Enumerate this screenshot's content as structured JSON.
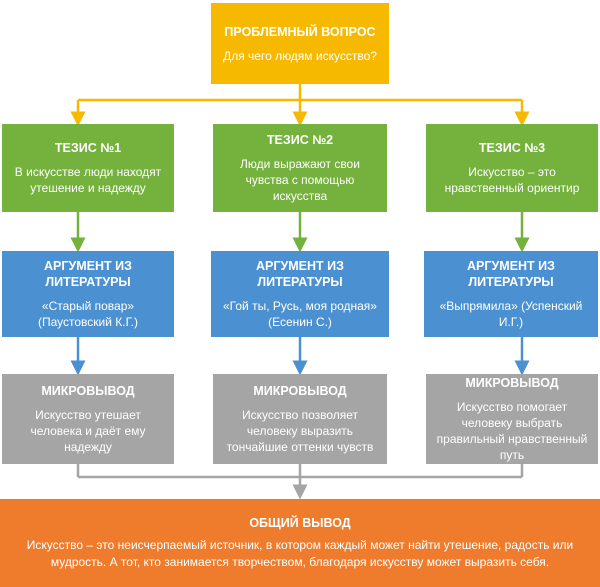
{
  "top": {
    "title": "ПРОБЛЕМНЫЙ ВОПРОС",
    "question": "Для чего людям искусство?"
  },
  "columns": [
    {
      "thesis_title": "ТЕЗИС №1",
      "thesis_text": "В искусстве люди находят утешение и надежду",
      "argument_title": "АРГУМЕНТ ИЗ ЛИТЕРАТУРЫ",
      "argument_text": "«Старый повар» (Паустовский К.Г.)",
      "micro_title": "МИКРОВЫВОД",
      "micro_text": "Искусство утешает человека и даёт ему надежду"
    },
    {
      "thesis_title": "ТЕЗИС №2",
      "thesis_text": "Люди выражают свои чувства с помощью искусства",
      "argument_title": "АРГУМЕНТ ИЗ ЛИТЕРАТУРЫ",
      "argument_text": "«Гой ты, Русь, моя родная» (Есенин С.)",
      "micro_title": "МИКРОВЫВОД",
      "micro_text": "Искусство позволяет человеку выразить тончайшие оттенки чувств"
    },
    {
      "thesis_title": "ТЕЗИС №3",
      "thesis_text": "Искусство – это нравственный ориентир",
      "argument_title": "АРГУМЕНТ ИЗ ЛИТЕРАТУРЫ",
      "argument_text": "«Выпрямила» (Успенский И.Г.)",
      "micro_title": "МИКРОВЫВОД",
      "micro_text": "Искусство помогает человеку выбрать правильный нравственный путь"
    }
  ],
  "final": {
    "title": "ОБЩИЙ ВЫВОД",
    "text": "Искусство – это неисчерпаемый источник, в котором каждый может найти утешение, радость или мудрость. А тот, кто занимается творчеством, благодаря искусству может выразить себя."
  },
  "colors": {
    "top": "#f7b900",
    "thesis": "#74b13d",
    "argument": "#4b90d0",
    "micro": "#a5a5a5",
    "final": "#ef7c2c",
    "connector_top": "#f7b900",
    "connector_thesis": "#74b13d",
    "connector_argument": "#4b90d0",
    "connector_micro": "#a5a5a5"
  }
}
